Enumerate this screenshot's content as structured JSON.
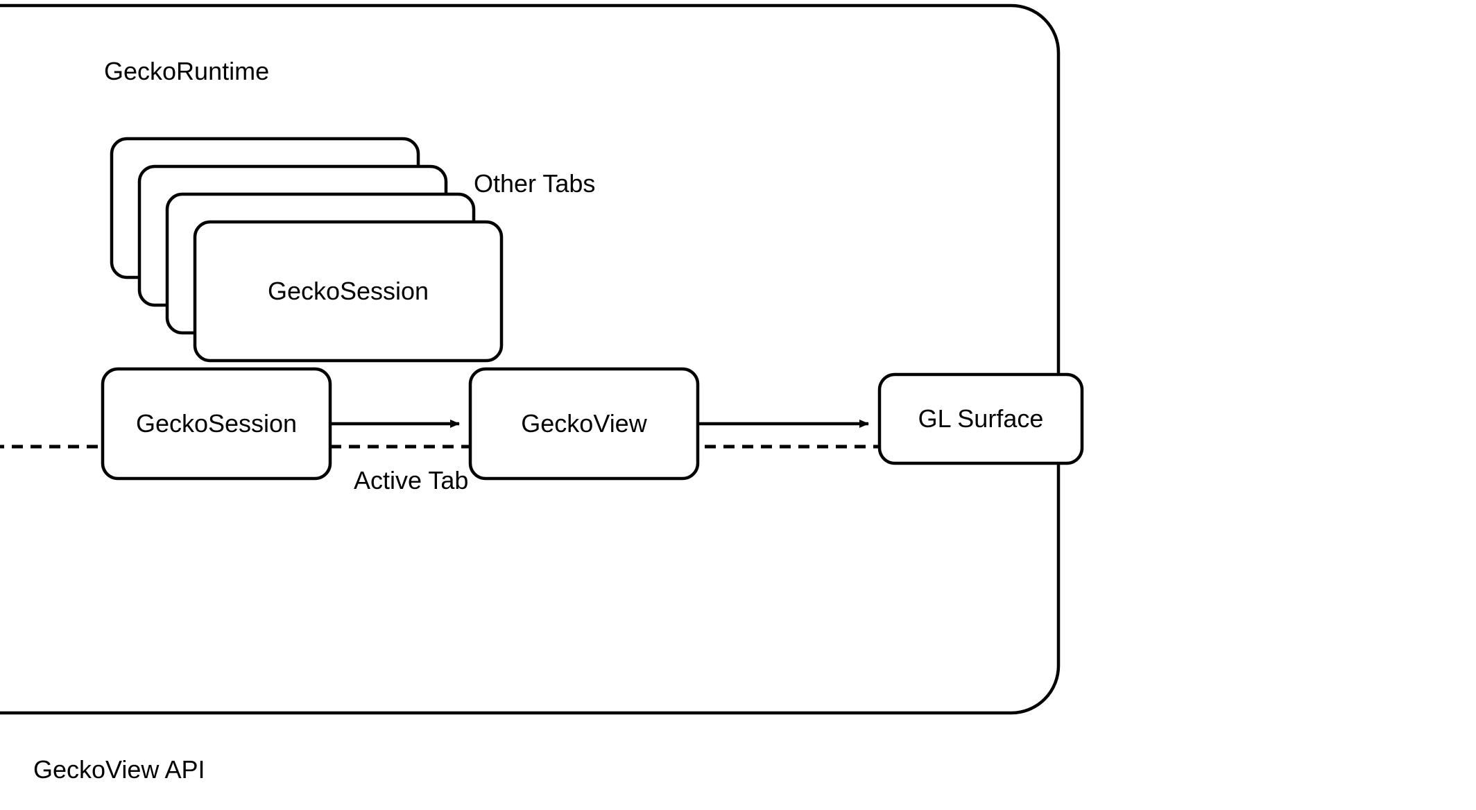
{
  "diagram": {
    "title": "GeckoView API",
    "stroke_color": "#000000",
    "fill_color": "#ffffff",
    "background": "#ffffff",
    "labels": {
      "runtime": "GeckoRuntime",
      "other_tabs": "Other Tabs",
      "active_tab": "Active Tab",
      "api": "GeckoView API"
    },
    "stacked_sessions": {
      "count": 4,
      "front_label": "GeckoSession"
    },
    "nodes": [
      {
        "id": "session-stack-card-1",
        "label": ""
      },
      {
        "id": "session-stack-card-2",
        "label": ""
      },
      {
        "id": "session-stack-card-3",
        "label": ""
      },
      {
        "id": "session-stack-card-4",
        "label": "GeckoSession"
      },
      {
        "id": "active-session",
        "label": "GeckoSession"
      },
      {
        "id": "gecko-view",
        "label": "GeckoView"
      },
      {
        "id": "gl-surface",
        "label": "GL Surface"
      }
    ],
    "edges": [
      {
        "id": "edge-session-to-view",
        "from": "active-session",
        "to": "gecko-view",
        "style": "solid-arrow"
      },
      {
        "id": "edge-view-to-surface",
        "from": "gecko-view",
        "to": "gl-surface",
        "style": "solid-arrow"
      }
    ],
    "separator": {
      "id": "tab-separator",
      "style": "dashed"
    }
  }
}
